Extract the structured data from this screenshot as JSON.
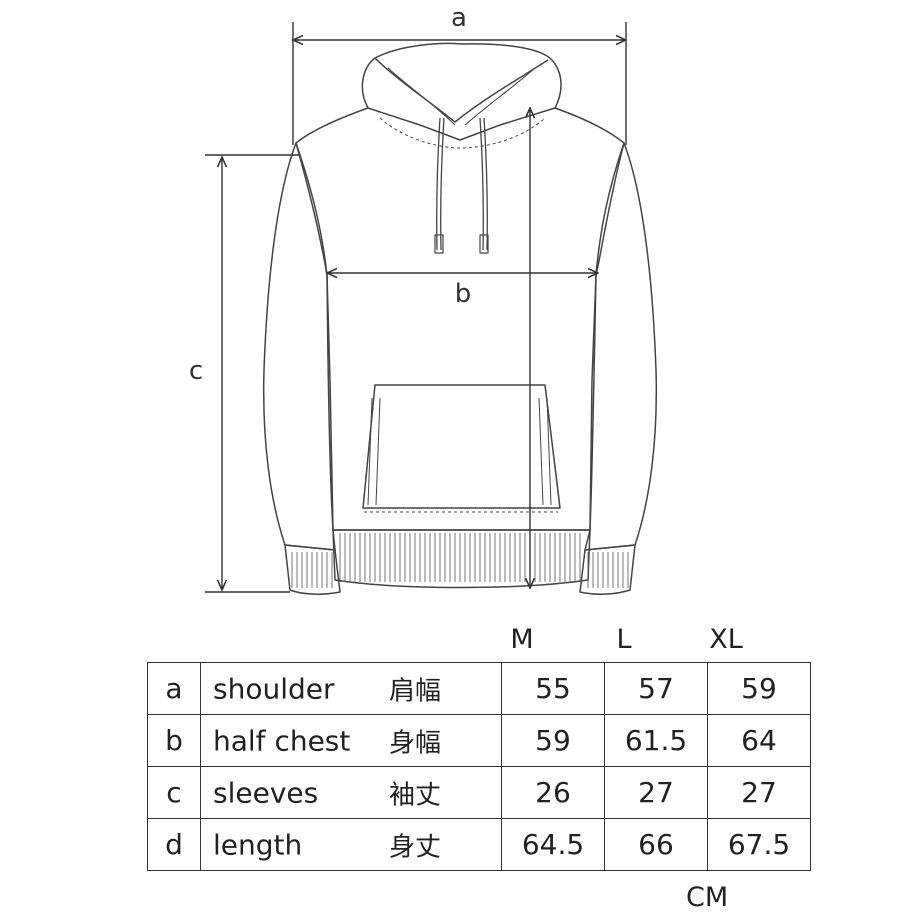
{
  "diagram": {
    "labels": {
      "a": "a",
      "b": "b",
      "c": "c"
    }
  },
  "table": {
    "sizes": [
      "M",
      "L",
      "XL"
    ],
    "rows": [
      {
        "letter": "a",
        "name_en": "shoulder",
        "name_ja": "肩幅",
        "values": [
          "55",
          "57",
          "59"
        ]
      },
      {
        "letter": "b",
        "name_en": "half chest",
        "name_ja": "身幅",
        "values": [
          "59",
          "61.5",
          "64"
        ]
      },
      {
        "letter": "c",
        "name_en": "sleeves",
        "name_ja": "袖丈",
        "values": [
          "26",
          "27",
          "27"
        ]
      },
      {
        "letter": "d",
        "name_en": "length",
        "name_ja": "身丈",
        "values": [
          "64.5",
          "66",
          "67.5"
        ]
      }
    ],
    "unit": "CM"
  },
  "colors": {
    "line": "#444444",
    "text": "#222222",
    "background": "#ffffff"
  }
}
